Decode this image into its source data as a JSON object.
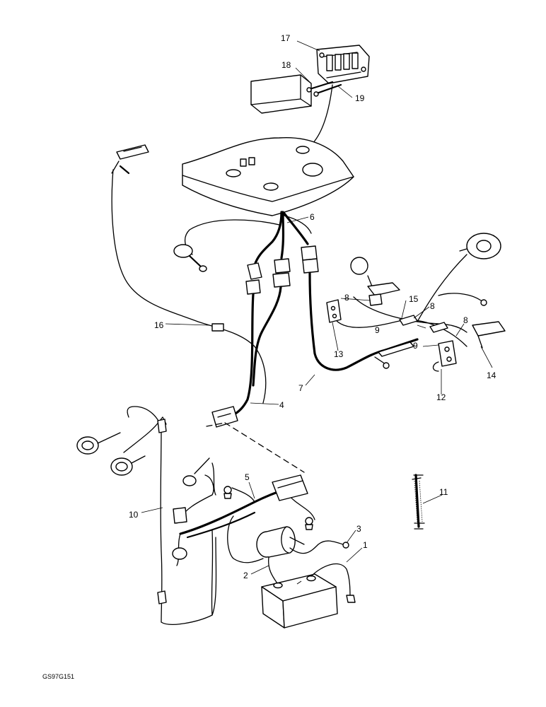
{
  "diagram": {
    "drawing_ref": "GS97G151",
    "callouts": [
      "1",
      "2",
      "3",
      "4",
      "5",
      "6",
      "7",
      "8",
      "8",
      "8",
      "9",
      "9",
      "10",
      "11",
      "12",
      "13",
      "14",
      "15",
      "16",
      "17",
      "18",
      "19"
    ]
  }
}
